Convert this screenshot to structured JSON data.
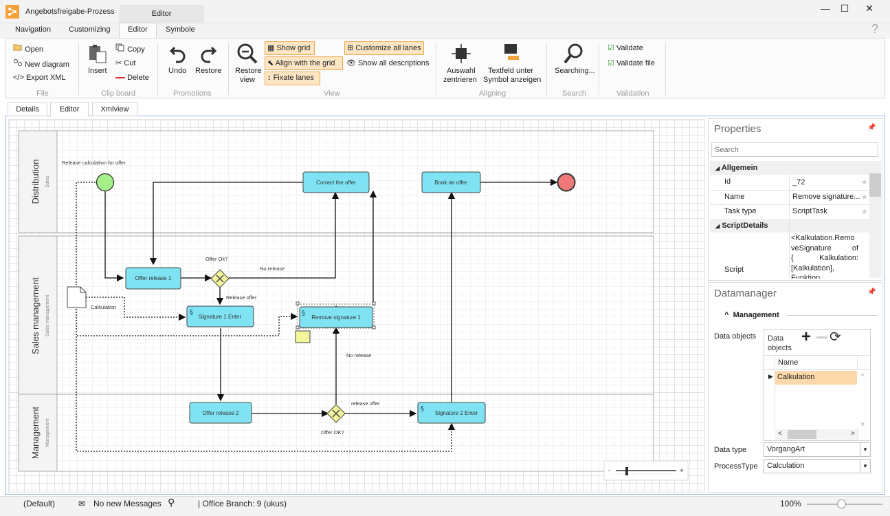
{
  "window": {
    "app_title": "Angebotsfreigabe-Prozess",
    "title_tab": "Editor",
    "controls": {
      "minimize": "—",
      "maximize": "☐",
      "close": "✕"
    }
  },
  "ribbon_tabs": [
    "Navigation",
    "Customizing",
    "Editor",
    "Symbole"
  ],
  "help": "?",
  "ribbon": {
    "file": {
      "open": "Open",
      "new_diagram": "New diagram",
      "export_xml": "Export XML",
      "group": "File"
    },
    "clipboard": {
      "insert": "Insert",
      "copy": "Copy",
      "cut": "Cut",
      "delete": "Delete",
      "group": "Clip board"
    },
    "promotions": {
      "undo": "Undo",
      "restore": "Restore",
      "group": "Promotions"
    },
    "view": {
      "restore_view_1": "Restore",
      "restore_view_2": "view",
      "show_grid": "Show grid",
      "align_grid": "Align with the grid",
      "fixate_lanes": "Fixate lanes",
      "customize_lanes": "Customize all lanes",
      "show_descriptions": "Show all descriptions",
      "group": "View"
    },
    "aligning": {
      "auswahl_1": "Auswahl",
      "auswahl_2": "zentrieren",
      "textfeld_1": "Textfeld unter",
      "textfeld_2": "Symbol anzeigen",
      "group": "Aligning"
    },
    "search": {
      "searching": "Searching...",
      "group": "Search"
    },
    "validation": {
      "validate": "Validate",
      "validate_file": "Validate file",
      "group": "Validation"
    }
  },
  "doc_tabs": [
    "Details",
    "Editor",
    "Xmlview"
  ],
  "diagram": {
    "lanes": [
      {
        "title": "Distribution",
        "subtitle": "Sales"
      },
      {
        "title": "Sales management",
        "subtitle": "Sales management"
      },
      {
        "title": "Management",
        "subtitle": "Management"
      }
    ],
    "start_label": "Release calculation for offer",
    "tasks": {
      "correct_offer": "Correct the offer",
      "book_offer": "Book an offer",
      "offer_release_1": "Offer release 1",
      "signature_1": "Signature 1 Enter",
      "remove_signature": "Remove signature 1",
      "offer_release_2": "Offer release 2",
      "signature_2": "Signature 2 Enter"
    },
    "labels": {
      "offer_ok": "Offer Ok?",
      "no_release_1": "No release",
      "release_offer_1": "Release offer",
      "calkulation": "Calkulation",
      "no_release_2": "No release",
      "release_offer_2": "release offer",
      "offer_ok_2": "Offer OK?"
    },
    "zoom": {
      "minus": "-",
      "plus": "+"
    }
  },
  "properties": {
    "title": "Properties",
    "search_placeholder": "Search",
    "group_allgemein": "Allgemein",
    "rows": [
      {
        "key": "Id",
        "value": "_72"
      },
      {
        "key": "Name",
        "value": "Remove signature..."
      },
      {
        "key": "Task type",
        "value": "ScriptTask"
      }
    ],
    "group_script": "ScriptDetails",
    "script_key": "Script",
    "script_lines": [
      "<Kalkulation.Remo",
      "veSignature of",
      "{ Kalkulation:",
      "[Kalkulation],",
      "Funktion"
    ]
  },
  "datamanager": {
    "title": "Datamanager",
    "section": "Management",
    "data_objects_label": "Data objects",
    "inner_label_1": "Data",
    "inner_label_2": "objects",
    "column_name": "Name",
    "row": "Calkulation",
    "data_type_label": "Data type",
    "data_type_value": "VorgangArt",
    "process_type_label": "ProcessType",
    "process_type_value": "Calculation"
  },
  "status": {
    "profile": "(Default)",
    "messages": "No new Messages",
    "branch": "| Office Branch:  9 (ukus)",
    "zoom": "100%"
  },
  "colors": {
    "accent": "#f6a23a",
    "task_fill": "#7fe3f3",
    "start": "#a6f08c",
    "end": "#f07a7a",
    "gateway": "#f3f59a"
  }
}
